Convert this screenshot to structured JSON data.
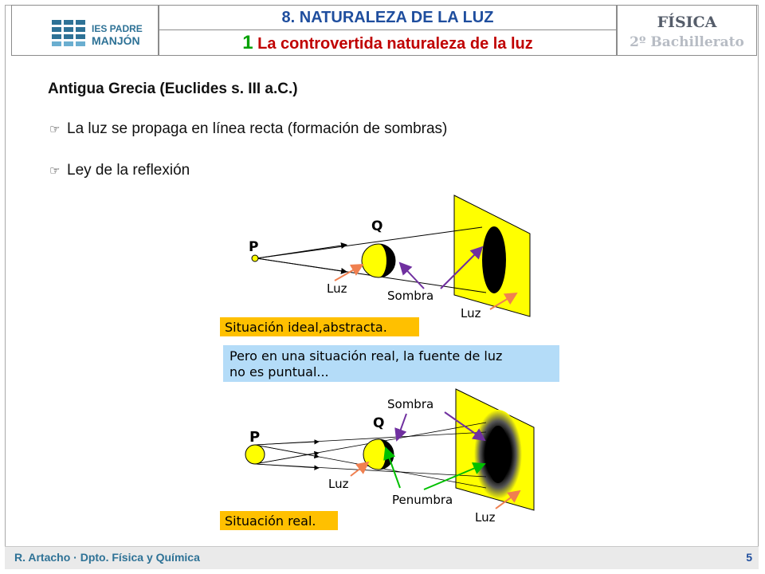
{
  "header": {
    "chapter": "8. NATURALEZA DE LA LUZ",
    "section_number": "1",
    "section_title": "La controvertida naturaleza de la luz",
    "subject": "FÍSICA",
    "course": "2º Bachillerato",
    "logo": {
      "line1": "IES PADRE",
      "line2": "MANJÓN"
    }
  },
  "content": {
    "heading": "Antigua Grecia (Euclides s. III a.C.)",
    "bullets": [
      "La luz se propaga en línea recta (formación de sombras)",
      "Ley de la reflexión"
    ],
    "bullet_icon": "pointing-hand-icon"
  },
  "diagram_ideal": {
    "label_P": "P",
    "label_Q": "Q",
    "label_luz_left": "Luz",
    "label_sombra": "Sombra",
    "label_luz_right": "Luz",
    "caption": "Situación ideal,abstracta."
  },
  "note": {
    "line1": "Pero en una situación real, la fuente de luz",
    "line2": "no es puntual..."
  },
  "diagram_real": {
    "label_P": "P",
    "label_Q": "Q",
    "label_sombra": "Sombra",
    "label_luz_left": "Luz",
    "label_penumbra": "Penumbra",
    "label_luz_right": "Luz",
    "caption": "Situación real."
  },
  "footer": {
    "credit": "R. Artacho · Dpto. Física y Química",
    "page": "5"
  },
  "colors": {
    "title_blue": "#1f4e9e",
    "title_red": "#c00000",
    "section_green": "#00a000",
    "screen_yellow": "#ffff00",
    "caption_orange": "#ffc000",
    "note_blue": "#b4dcf8",
    "arrow_orange": "#f08050",
    "arrow_purple": "#7030a0",
    "arrow_green": "#00c000"
  }
}
